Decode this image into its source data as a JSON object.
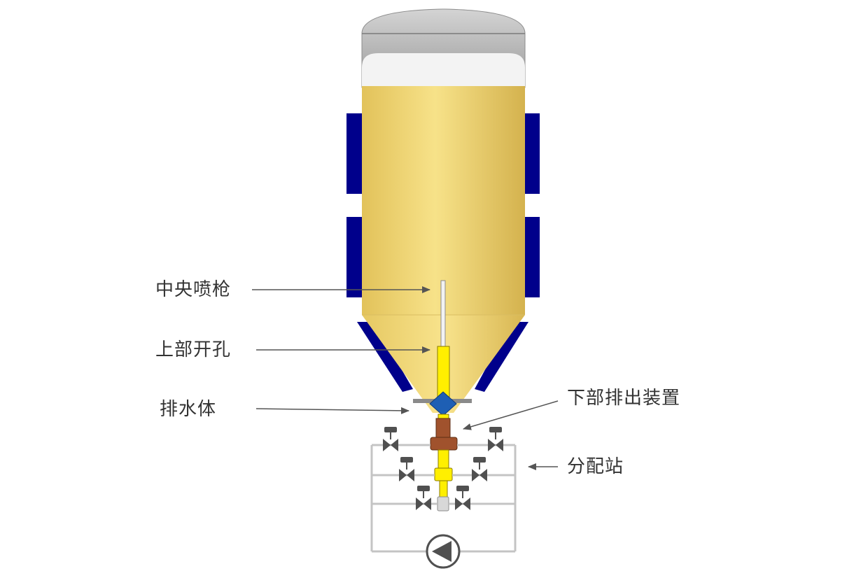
{
  "labels": {
    "central_lance": "中央喷枪",
    "upper_opening": "上部开孔",
    "drain_body": "排水体",
    "lower_discharge": "下部排出装置",
    "distribution_station": "分配站"
  },
  "colors": {
    "tank_fill": "#f5dc7c",
    "tank_edge": "#d2b04a",
    "cap_gray": "#bcbcbc",
    "cap_light": "#f1f1f1",
    "jacket_blue": "#00008b",
    "nozzle_yellow": "#ffef00",
    "nozzle_brown": "#a0522d",
    "diamond_blue": "#1e5fb4",
    "pipe_gray": "#c8c8c8",
    "valve_dark": "#505050",
    "leader_line": "#555555"
  },
  "icons": [
    "valve-icon",
    "pump-icon",
    "arrow-icon"
  ]
}
